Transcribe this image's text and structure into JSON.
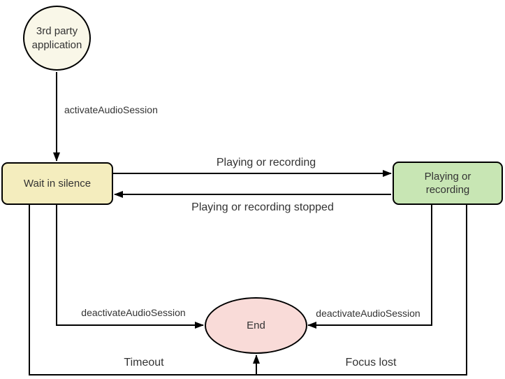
{
  "diagram": {
    "bg_color": "#ffffff",
    "line_color": "#000000",
    "text_color": "#333333",
    "nodes": {
      "third_party_app": {
        "label": "3rd party\napplication",
        "fill": "#f9f7e8",
        "shape": "circle"
      },
      "wait_in_silence": {
        "label": "Wait in silence",
        "fill": "#f4edbe",
        "shape": "rounded-rect"
      },
      "playing_or_recording": {
        "label": "Playing or\nrecording",
        "fill": "#c8e6b4",
        "shape": "rounded-rect"
      },
      "end": {
        "label": "End",
        "fill": "#f9dbd8",
        "shape": "ellipse"
      }
    },
    "edges": {
      "activate_audio_session": {
        "label": "activateAudioSession"
      },
      "playing_or_recording": {
        "label": "Playing or recording"
      },
      "playing_or_recording_stopped": {
        "label": "Playing or recording stopped"
      },
      "deactivate_audio_session_left": {
        "label": "deactivateAudioSession"
      },
      "deactivate_audio_session_right": {
        "label": "deactivateAudioSession"
      },
      "timeout": {
        "label": "Timeout"
      },
      "focus_lost": {
        "label": "Focus lost"
      }
    }
  }
}
